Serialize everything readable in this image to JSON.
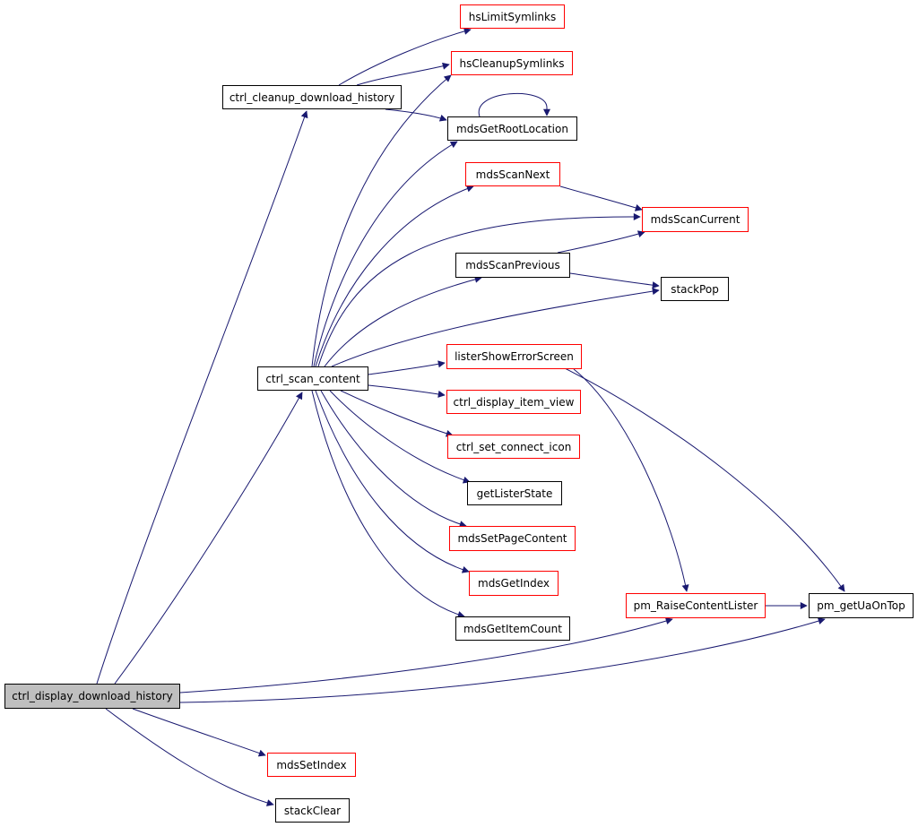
{
  "colors": {
    "edge": "#191970",
    "documented_border": "#000000",
    "undocumented_border": "#ff0000",
    "root_fill": "#bfbfbf"
  },
  "nodes": {
    "ctrl_display_download_history": {
      "label": "ctrl_display_download_history",
      "style": "root"
    },
    "ctrl_cleanup_download_history": {
      "label": "ctrl_cleanup_download_history",
      "style": "black"
    },
    "ctrl_scan_content": {
      "label": "ctrl_scan_content",
      "style": "black"
    },
    "hsLimitSymlinks": {
      "label": "hsLimitSymlinks",
      "style": "red"
    },
    "hsCleanupSymlinks": {
      "label": "hsCleanupSymlinks",
      "style": "red"
    },
    "mdsGetRootLocation": {
      "label": "mdsGetRootLocation",
      "style": "black"
    },
    "mdsScanNext": {
      "label": "mdsScanNext",
      "style": "red"
    },
    "mdsScanCurrent": {
      "label": "mdsScanCurrent",
      "style": "red"
    },
    "mdsScanPrevious": {
      "label": "mdsScanPrevious",
      "style": "black"
    },
    "stackPop": {
      "label": "stackPop",
      "style": "black"
    },
    "listerShowErrorScreen": {
      "label": "listerShowErrorScreen",
      "style": "red"
    },
    "ctrl_display_item_view": {
      "label": "ctrl_display_item_view",
      "style": "red"
    },
    "ctrl_set_connect_icon": {
      "label": "ctrl_set_connect_icon",
      "style": "red"
    },
    "getListerState": {
      "label": "getListerState",
      "style": "black"
    },
    "mdsSetPageContent": {
      "label": "mdsSetPageContent",
      "style": "red"
    },
    "mdsGetIndex": {
      "label": "mdsGetIndex",
      "style": "red"
    },
    "mdsGetItemCount": {
      "label": "mdsGetItemCount",
      "style": "black"
    },
    "pm_RaiseContentLister": {
      "label": "pm_RaiseContentLister",
      "style": "red"
    },
    "pm_getUaOnTop": {
      "label": "pm_getUaOnTop",
      "style": "black"
    },
    "mdsSetIndex": {
      "label": "mdsSetIndex",
      "style": "red"
    },
    "stackClear": {
      "label": "stackClear",
      "style": "black"
    }
  },
  "edges": [
    {
      "from": "ctrl_display_download_history",
      "to": "ctrl_cleanup_download_history"
    },
    {
      "from": "ctrl_display_download_history",
      "to": "ctrl_scan_content"
    },
    {
      "from": "ctrl_display_download_history",
      "to": "pm_RaiseContentLister"
    },
    {
      "from": "ctrl_display_download_history",
      "to": "pm_getUaOnTop"
    },
    {
      "from": "ctrl_display_download_history",
      "to": "mdsSetIndex"
    },
    {
      "from": "ctrl_display_download_history",
      "to": "stackClear"
    },
    {
      "from": "ctrl_cleanup_download_history",
      "to": "hsLimitSymlinks"
    },
    {
      "from": "ctrl_cleanup_download_history",
      "to": "hsCleanupSymlinks"
    },
    {
      "from": "ctrl_cleanup_download_history",
      "to": "mdsGetRootLocation"
    },
    {
      "from": "mdsGetRootLocation",
      "to": "mdsGetRootLocation"
    },
    {
      "from": "ctrl_scan_content",
      "to": "hsCleanupSymlinks"
    },
    {
      "from": "ctrl_scan_content",
      "to": "mdsGetRootLocation"
    },
    {
      "from": "ctrl_scan_content",
      "to": "mdsScanNext"
    },
    {
      "from": "ctrl_scan_content",
      "to": "mdsScanCurrent"
    },
    {
      "from": "ctrl_scan_content",
      "to": "mdsScanPrevious"
    },
    {
      "from": "ctrl_scan_content",
      "to": "stackPop"
    },
    {
      "from": "ctrl_scan_content",
      "to": "listerShowErrorScreen"
    },
    {
      "from": "ctrl_scan_content",
      "to": "ctrl_display_item_view"
    },
    {
      "from": "ctrl_scan_content",
      "to": "ctrl_set_connect_icon"
    },
    {
      "from": "ctrl_scan_content",
      "to": "getListerState"
    },
    {
      "from": "ctrl_scan_content",
      "to": "mdsSetPageContent"
    },
    {
      "from": "ctrl_scan_content",
      "to": "mdsGetIndex"
    },
    {
      "from": "ctrl_scan_content",
      "to": "mdsGetItemCount"
    },
    {
      "from": "mdsScanNext",
      "to": "mdsScanCurrent"
    },
    {
      "from": "mdsScanPrevious",
      "to": "mdsScanCurrent"
    },
    {
      "from": "mdsScanPrevious",
      "to": "stackPop"
    },
    {
      "from": "listerShowErrorScreen",
      "to": "pm_RaiseContentLister"
    },
    {
      "from": "listerShowErrorScreen",
      "to": "pm_getUaOnTop"
    },
    {
      "from": "pm_RaiseContentLister",
      "to": "pm_getUaOnTop"
    }
  ]
}
